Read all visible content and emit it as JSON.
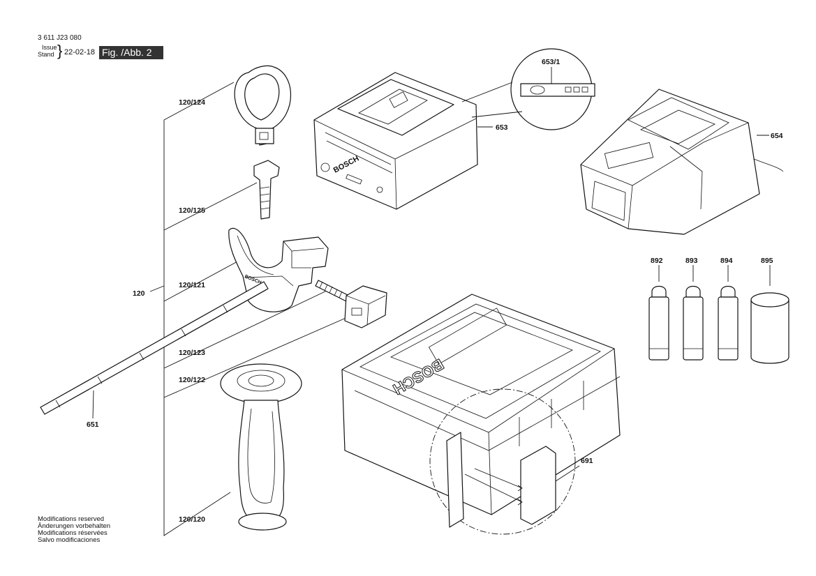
{
  "header": {
    "doc_number": "3 611 J23 080",
    "issue_label": "Issue",
    "stand_label": "Stand",
    "date": "22-02-18",
    "figure_label": "Fig. /Abb. 2"
  },
  "footer": {
    "lines": [
      "Modifications reserved",
      "Änderungen vorbehalten",
      "Modifications réservées",
      "Salvo modificaciones"
    ]
  },
  "callouts": {
    "p120": "120",
    "p120_124": "120/124",
    "p120_125": "120/125",
    "p120_121": "120/121",
    "p120_123": "120/123",
    "p120_122": "120/122",
    "p120_120": "120/120",
    "p651": "651",
    "p653": "653",
    "p653_1": "653/1",
    "p654": "654",
    "p691": "691",
    "p892": "892",
    "p893": "893",
    "p894": "894",
    "p895": "895"
  },
  "brand_marks": [
    "BOSCH",
    "BOSCH",
    "BOSCH"
  ]
}
